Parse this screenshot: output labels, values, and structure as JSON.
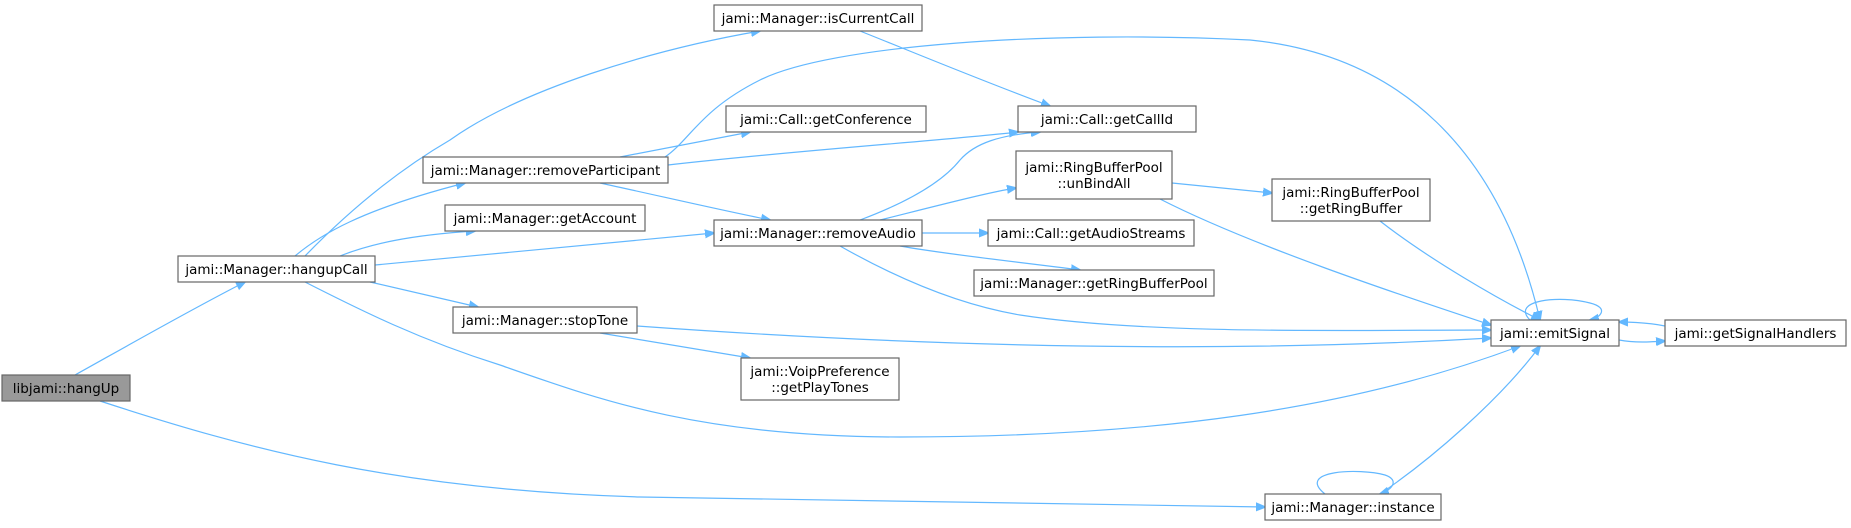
{
  "graph": {
    "nodes": {
      "hangUp": {
        "lines": [
          "libjami::hangUp"
        ],
        "root": true
      },
      "hangupCall": {
        "lines": [
          "jami::Manager::hangupCall"
        ]
      },
      "isCurrentCall": {
        "lines": [
          "jami::Manager::isCurrentCall"
        ]
      },
      "removeParticipant": {
        "lines": [
          "jami::Manager::removeParticipant"
        ]
      },
      "getAccount": {
        "lines": [
          "jami::Manager::getAccount"
        ]
      },
      "stopTone": {
        "lines": [
          "jami::Manager::stopTone"
        ]
      },
      "getConference": {
        "lines": [
          "jami::Call::getConference"
        ]
      },
      "removeAudio": {
        "lines": [
          "jami::Manager::removeAudio"
        ]
      },
      "getPlayTones": {
        "lines": [
          "jami::VoipPreference",
          "::getPlayTones"
        ]
      },
      "getCallId": {
        "lines": [
          "jami::Call::getCallId"
        ]
      },
      "unBindAll": {
        "lines": [
          "jami::RingBufferPool",
          "::unBindAll"
        ]
      },
      "getAudioStreams": {
        "lines": [
          "jami::Call::getAudioStreams"
        ]
      },
      "getRingBufferPool": {
        "lines": [
          "jami::Manager::getRingBufferPool"
        ]
      },
      "getRingBuffer": {
        "lines": [
          "jami::RingBufferPool",
          "::getRingBuffer"
        ]
      },
      "emitSignal": {
        "lines": [
          "jami::emitSignal"
        ]
      },
      "getSignalHandlers": {
        "lines": [
          "jami::getSignalHandlers"
        ]
      },
      "instance": {
        "lines": [
          "jami::Manager::instance"
        ]
      }
    },
    "colors": {
      "edge": "#63b8ff",
      "node_border": "#666666",
      "root_fill": "#999999"
    }
  }
}
